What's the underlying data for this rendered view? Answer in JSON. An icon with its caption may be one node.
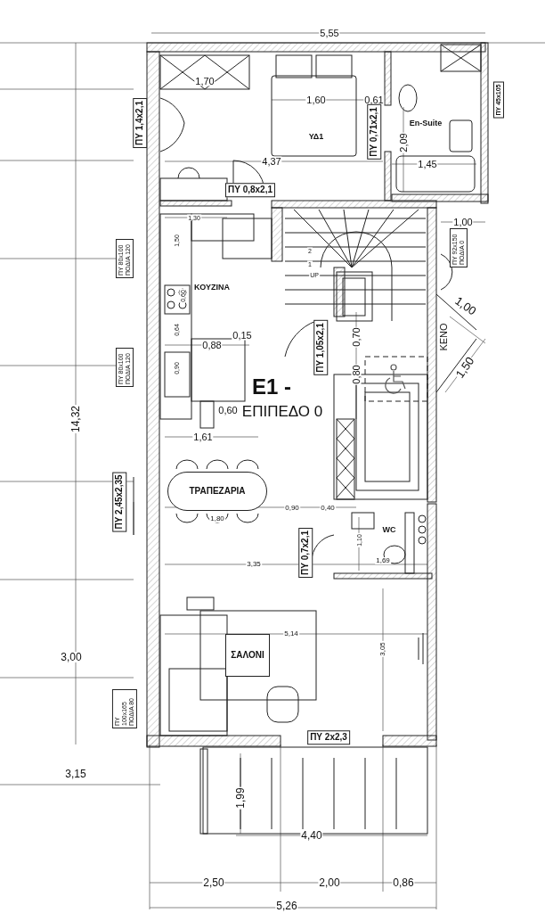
{
  "diagram": {
    "nodes": [
      {
        "text": [
          "ΠΥ 1,4x2,1"
        ]
      },
      {
        "text": [
          "ΠΥ 0,71x2,1"
        ]
      },
      {
        "text": [
          "ΠΥ 45x105"
        ]
      },
      {
        "text": [
          "ΠΥ 0,8x2,1"
        ]
      },
      {
        "text": [
          "ΠΥ 80x100 ΠΟΔΙΑ 120"
        ]
      },
      {
        "text": [
          "ΠΥ 92x150 ΠΟΔΙΑ 0"
        ]
      },
      {
        "text": [
          "ΠΥ 80x100 ΠΟΔΙΑ 120"
        ]
      },
      {
        "text": [
          "ΠΥ 1,05x2,1"
        ]
      },
      {
        "text": [
          "ΠΥ 2,45x2,35"
        ]
      },
      {
        "text": [
          "ΤΡΑΠΕΖΑΡΙΑ"
        ]
      },
      {
        "text": [
          "ΠΥ 0,7x2,1"
        ]
      },
      {
        "text": [
          "ΣΑΛΟΝΙ"
        ]
      },
      {
        "text": [
          "ΠΥ 100x165 ΠΟΔΙΑ 80"
        ]
      },
      {
        "text": [
          "ΠΥ 2x2,3"
        ]
      }
    ],
    "labels": [
      "5,55",
      "1,70",
      "1,60",
      "0,61",
      "ΥΔ1",
      "En-Suite",
      "2,09",
      "4,37",
      "1,45",
      "1,30",
      "1,00",
      "1,50",
      "ΚΟΥΖΙΝΑ",
      "0,60",
      "2",
      "1",
      "UP",
      "1,00",
      "0,64",
      "0,88",
      "0,15",
      "0,70",
      "ΚΕΝΟ",
      "0,90",
      "0,80",
      "1,50",
      "E1 -",
      "0,60",
      "ΕΠΙΠΕΔΟ 0",
      "14,32",
      "1,61",
      "1,80",
      "0,90",
      "0,40",
      "WC",
      "1,10",
      "3,35",
      "1,69",
      "5,14",
      "3,00",
      "3,05",
      "3,15",
      "1,99",
      "4,40",
      "2,50",
      "2,00",
      "0,86",
      "5,26"
    ]
  }
}
